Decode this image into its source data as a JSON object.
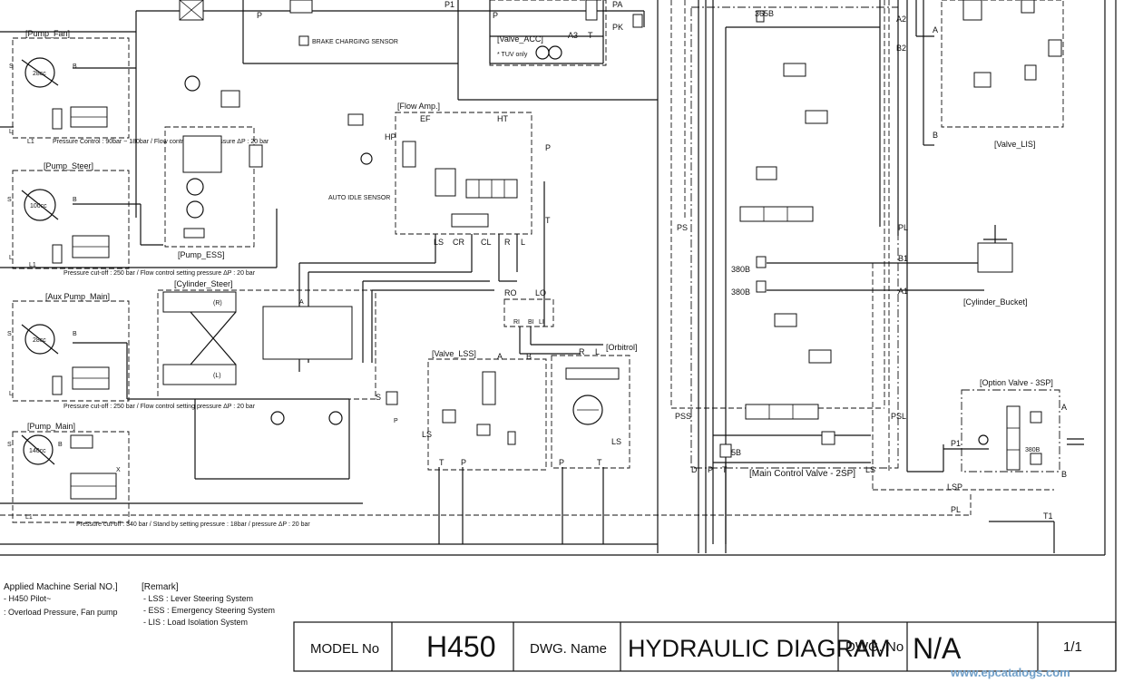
{
  "component_labels": {
    "pump_fan": "[Pump_Fan]",
    "pump_steer": "[Pump_Steer]",
    "aux_pump_main": "[Aux Pump_Main]",
    "pump_main": "[Pump_Main]",
    "pump_ess": "[Pump_ESS]",
    "cylinder_steer": "[Cylinder_Steer]",
    "flow_amp": "[Flow Amp.]",
    "valve_lss": "[Valve_LSS]",
    "orbitrol": "[Orbitrol]",
    "valve_acc": "[Valve_ACC]",
    "valve_lis": "[Valve_LIS]",
    "cylinder_bucket": "[Cylinder_Bucket]",
    "option_valve": "[Option Valve - 3SP]",
    "main_control_valve": "[Main Control Valve - 2SP]",
    "brake_sensor": "BRAKE CHARGING SENSOR",
    "auto_idle_sensor": "AUTO IDLE SENSOR",
    "tuv_only": "* TUV only"
  },
  "port_labels": {
    "p_top": "P",
    "p1_top": "P1",
    "p_acc": "P",
    "pa": "PA",
    "pk": "PK",
    "a3": "A3",
    "t_acc": "T",
    "ef": "EF",
    "hp": "HP",
    "ht": "HT",
    "p_fa": "P",
    "t_fa": "T",
    "ls_fa": "LS",
    "cr": "CR",
    "cl": "CL",
    "r_fa": "R",
    "l_fa": "L",
    "ro": "RO",
    "lo": "LO",
    "ri": "RI",
    "bi": "BI",
    "li": "LI",
    "cs_r": "(R)",
    "cs_l": "(L)",
    "a_cs": "A",
    "a_lss": "A",
    "b_lss": "B",
    "ls_lss": "LS",
    "t_lss": "T",
    "p_lss": "P",
    "s_lss": "S",
    "p_lss2": "P",
    "r_orb": "R",
    "l_orb": "L",
    "ls_orb": "LS",
    "p_orb": "P",
    "t_orb": "T",
    "ps": "PS",
    "pss": "PSS",
    "psl": "PSL",
    "pl": "PL",
    "ls_mcv": "LS",
    "d_mcv": "D",
    "p_mcv": "P",
    "t_mcv": "T",
    "v5b": "5B",
    "v365b": "365B",
    "v380b_a": "380B",
    "v380b_b": "380B",
    "a2": "A2",
    "b2": "B2",
    "b1": "B1",
    "a1": "A1",
    "a_lis": "A",
    "b_lis": "B",
    "p1_opt": "P1",
    "lsp": "LSP",
    "pl_opt": "PL",
    "t1": "T1",
    "a_opt": "A",
    "b_opt": "B",
    "v380b_opt": "380B",
    "s_fan": "S",
    "b_fan": "B",
    "l1_fan": "L1",
    "l_fan": "L",
    "s_steer": "S",
    "b_steer": "B",
    "l1_steer": "L1",
    "l_steer": "L",
    "s_aux": "S",
    "b_aux": "B",
    "l_aux": "L",
    "s_main": "S",
    "b_main": "B",
    "l1_main": "L1",
    "x_main": "X"
  },
  "pump_values": {
    "fan_cc": "28cc",
    "steer_cc": "100cc",
    "aux_cc": "28cc",
    "main_cc": "140cc"
  },
  "notes": {
    "fan_note": "Pressure Control : 90bar ~ 180bar / Flow control setting pressure ΔP : 20 bar",
    "steer_note": "Pressure cut-off : 250 bar / Flow control setting pressure ΔP : 20 bar",
    "aux_note": "Pressure cut-off : 250 bar / Flow control setting pressure ΔP : 20 bar",
    "main_note": "Pressure cut-off : 340 bar / Stand by setting pressure : 18bar / pressure ΔP : 20 bar"
  },
  "footer": {
    "applied_title": "Applied Machine Serial NO.]",
    "applied_line1": "- H450 Pilot~",
    "applied_line2": ": Overload Pressure, Fan pump",
    "remark_title": "[Remark]",
    "remark_1": "- LSS : Lever Steering System",
    "remark_2": "- ESS : Emergency Steering System",
    "remark_3": "- LIS : Load Isolation System"
  },
  "title_block": {
    "model_no_label": "MODEL No",
    "model_no_value": "H450",
    "dwg_name_label": "DWG. Name",
    "dwg_name_value": "HYDRAULIC DIAGRAM",
    "dwg_no_label": "DWG. No",
    "dwg_no_value": "N/A",
    "sheet": "1/1"
  },
  "watermark": "www.epcatalogs.com"
}
